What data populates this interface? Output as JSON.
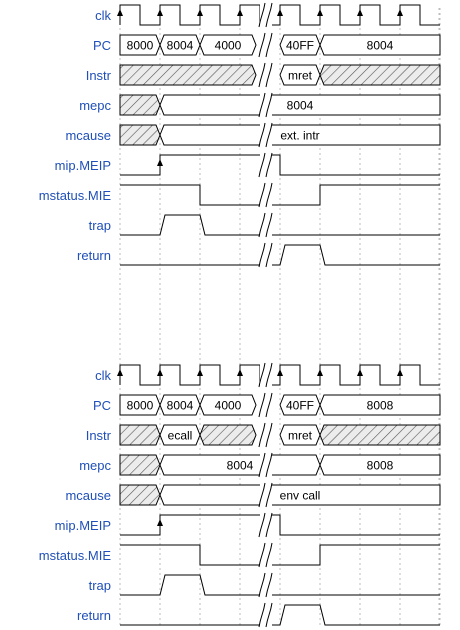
{
  "diagrams": [
    {
      "signals": [
        {
          "label": "clk",
          "type": "clock"
        },
        {
          "label": "PC",
          "type": "bus",
          "segments": [
            {
              "from": 0,
              "to": 1,
              "text": "8000"
            },
            {
              "from": 1,
              "to": 2,
              "text": "8004"
            },
            {
              "from": 2,
              "to": 3.4,
              "text": "4000"
            },
            {
              "from": 4,
              "to": 5,
              "text": "40FF"
            },
            {
              "from": 5,
              "to": 8,
              "text": "8004"
            }
          ]
        },
        {
          "label": "Instr",
          "type": "bus",
          "segments": [
            {
              "from": 0,
              "to": 3.4,
              "hatch": true
            },
            {
              "from": 4,
              "to": 5,
              "text": "mret"
            },
            {
              "from": 5,
              "to": 8,
              "hatch": true
            }
          ]
        },
        {
          "label": "mepc",
          "type": "bus",
          "segments": [
            {
              "from": 0,
              "to": 1,
              "hatch": true
            },
            {
              "from": 1,
              "to": 8,
              "text": "8004"
            }
          ]
        },
        {
          "label": "mcause",
          "type": "bus",
          "segments": [
            {
              "from": 0,
              "to": 1,
              "hatch": true
            },
            {
              "from": 1,
              "to": 8,
              "text": "ext. intr"
            }
          ]
        },
        {
          "label": "mip.MEIP",
          "type": "bit",
          "initial": 0,
          "edges": [
            1,
            4
          ],
          "arrow_at": 1
        },
        {
          "label": "mstatus.MIE",
          "type": "bit",
          "initial": 1,
          "edges": [
            2,
            5
          ]
        },
        {
          "label": "trap",
          "type": "bit",
          "initial": 0,
          "edges": [
            1,
            2
          ]
        },
        {
          "label": "return",
          "type": "bit",
          "initial": 0,
          "edges": [
            4,
            5
          ]
        }
      ]
    },
    {
      "signals": [
        {
          "label": "clk",
          "type": "clock"
        },
        {
          "label": "PC",
          "type": "bus",
          "segments": [
            {
              "from": 0,
              "to": 1,
              "text": "8000"
            },
            {
              "from": 1,
              "to": 2,
              "text": "8004"
            },
            {
              "from": 2,
              "to": 3.4,
              "text": "4000"
            },
            {
              "from": 4,
              "to": 5,
              "text": "40FF"
            },
            {
              "from": 5,
              "to": 8,
              "text": "8008"
            }
          ]
        },
        {
          "label": "Instr",
          "type": "bus",
          "segments": [
            {
              "from": 0,
              "to": 1,
              "hatch": true
            },
            {
              "from": 1,
              "to": 2,
              "text": "ecall"
            },
            {
              "from": 2,
              "to": 3.4,
              "hatch": true
            },
            {
              "from": 4,
              "to": 5,
              "text": "mret"
            },
            {
              "from": 5,
              "to": 8,
              "hatch": true
            }
          ]
        },
        {
          "label": "mepc",
          "type": "bus",
          "segments": [
            {
              "from": 0,
              "to": 1,
              "hatch": true
            },
            {
              "from": 1,
              "to": 5,
              "text": "8004"
            },
            {
              "from": 5,
              "to": 8,
              "text": "8008"
            }
          ]
        },
        {
          "label": "mcause",
          "type": "bus",
          "segments": [
            {
              "from": 0,
              "to": 1,
              "hatch": true
            },
            {
              "from": 1,
              "to": 8,
              "text": "env call"
            }
          ]
        },
        {
          "label": "mip.MEIP",
          "type": "bit",
          "initial": 0,
          "edges": [
            1,
            4
          ],
          "arrow_at": 1
        },
        {
          "label": "mstatus.MIE",
          "type": "bit",
          "initial": 1,
          "edges": [
            2,
            5
          ]
        },
        {
          "label": "trap",
          "type": "bit",
          "initial": 0,
          "edges": [
            1,
            2
          ]
        },
        {
          "label": "return",
          "type": "bit",
          "initial": 0,
          "edges": [
            4,
            5
          ]
        }
      ]
    }
  ],
  "style": {
    "label_color": "#1f4fb8",
    "grid_color": "#bdbdbd",
    "line_color": "#000000"
  }
}
